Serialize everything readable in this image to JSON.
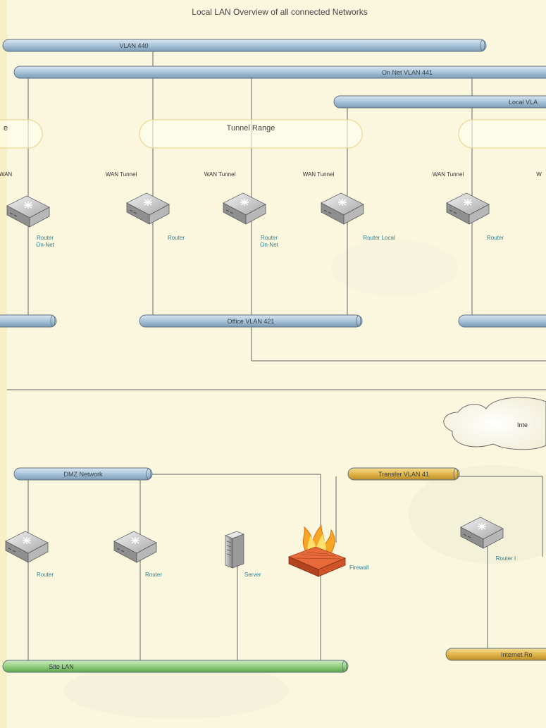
{
  "title": "Local LAN Overview of all connected Networks",
  "buses": [
    {
      "id": "vlan440",
      "label": "VLAN 440",
      "color": "blue"
    },
    {
      "id": "onnet441",
      "label": "On Net VLAN 441",
      "color": "blue"
    },
    {
      "id": "localvl",
      "label": "Local VLA",
      "color": "blue"
    },
    {
      "id": "left-lower",
      "label": "",
      "color": "blue"
    },
    {
      "id": "office421",
      "label": "Office VLAN 421",
      "color": "blue"
    },
    {
      "id": "right-lower",
      "label": "",
      "color": "blue"
    },
    {
      "id": "dmz",
      "label": "DMZ Network",
      "color": "blue"
    },
    {
      "id": "transfer41",
      "label": "Transfer VLAN 41",
      "color": "yellow"
    },
    {
      "id": "internetro",
      "label": "Internet Ro",
      "color": "yellow"
    },
    {
      "id": "sitelan",
      "label": "Site LAN",
      "color": "green"
    }
  ],
  "ranges": [
    {
      "label": "e"
    },
    {
      "label": "Tunnel Range"
    },
    {
      "label": ""
    }
  ],
  "wan_labels": [
    "WAN",
    "WAN Tunnel",
    "WAN Tunnel",
    "WAN Tunnel",
    "WAN Tunnel",
    "W"
  ],
  "routers_top": [
    {
      "label": "Router\nOn-Net"
    },
    {
      "label": "Router"
    },
    {
      "label": "Router\nOn-Net"
    },
    {
      "label": "Router Local"
    },
    {
      "label": "Router"
    }
  ],
  "bottom_devices": [
    {
      "type": "router",
      "label": "Router"
    },
    {
      "type": "router",
      "label": "Router"
    },
    {
      "type": "server",
      "label": "Server"
    },
    {
      "type": "firewall",
      "label": "Firewall"
    },
    {
      "type": "router",
      "label": "Router I"
    }
  ],
  "cloud_label": "Inte",
  "colors": {
    "background": "#fbf7df",
    "bus_blue": "#a9c3d8",
    "bus_yellow": "#e2b64a",
    "bus_green": "#93d07f",
    "range_outline": "#f0d896",
    "device_label": "#2f7f8f"
  }
}
